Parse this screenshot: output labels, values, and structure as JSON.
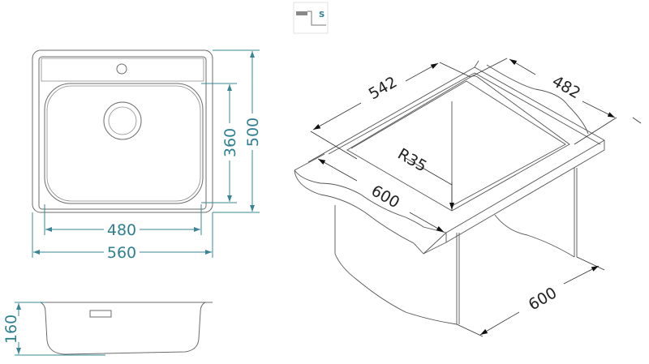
{
  "icon": {
    "label": "S"
  },
  "top_view": {
    "bowl_width": "480",
    "overall_width": "560",
    "bowl_depth": "360",
    "overall_depth": "500"
  },
  "side_view": {
    "height": "160"
  },
  "iso_view": {
    "rim_length": "542",
    "rim_depth": "482",
    "corner_radius": "R35",
    "worktop_depth": "600",
    "cabinet_width": "600"
  },
  "colors": {
    "dimension": "#2f7f90",
    "outline": "#6b6b6b"
  }
}
